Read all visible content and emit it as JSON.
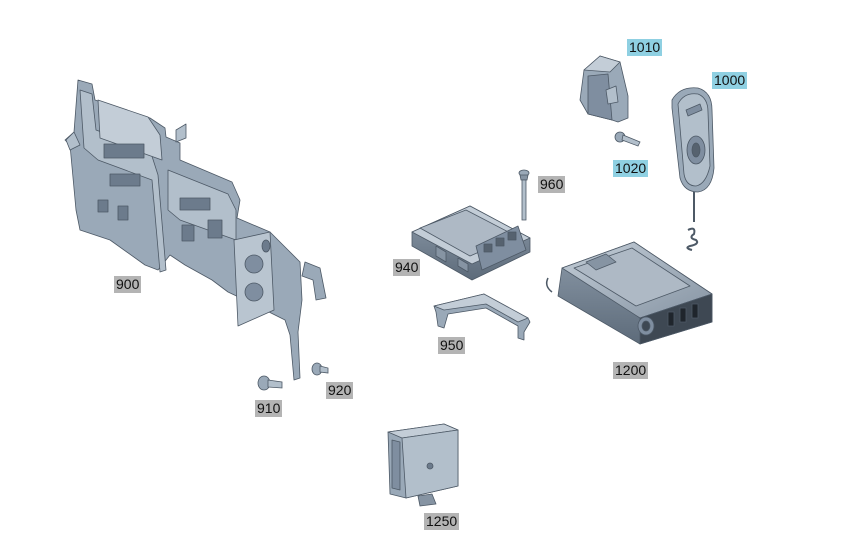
{
  "diagram": {
    "callouts": {
      "p900": "900",
      "p910": "910",
      "p920": "920",
      "p940": "940",
      "p950": "950",
      "p960": "960",
      "p1000": "1000",
      "p1010": "1010",
      "p1020": "1020",
      "p1200": "1200",
      "p1250": "1250"
    },
    "colors": {
      "part_fill": "#9aa9b8",
      "part_dark": "#6c7b8c",
      "part_light": "#c3cdd7",
      "part_edge": "#4d5966",
      "callout_grey": "#b4b4b4",
      "callout_blue": "#8fd0e2"
    }
  }
}
